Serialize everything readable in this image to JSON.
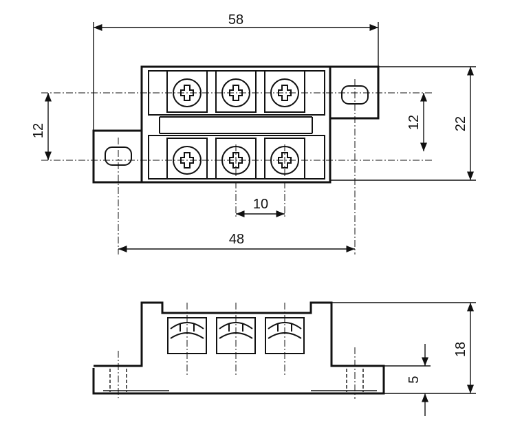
{
  "drawing": {
    "dimensions": {
      "overall_length": "58",
      "mounting_hole_pitch": "48",
      "terminal_pitch": "10",
      "left_row_spacing": "12",
      "right_row_spacing": "12",
      "overall_width": "22",
      "overall_height": "18",
      "flange_height": "5"
    }
  }
}
